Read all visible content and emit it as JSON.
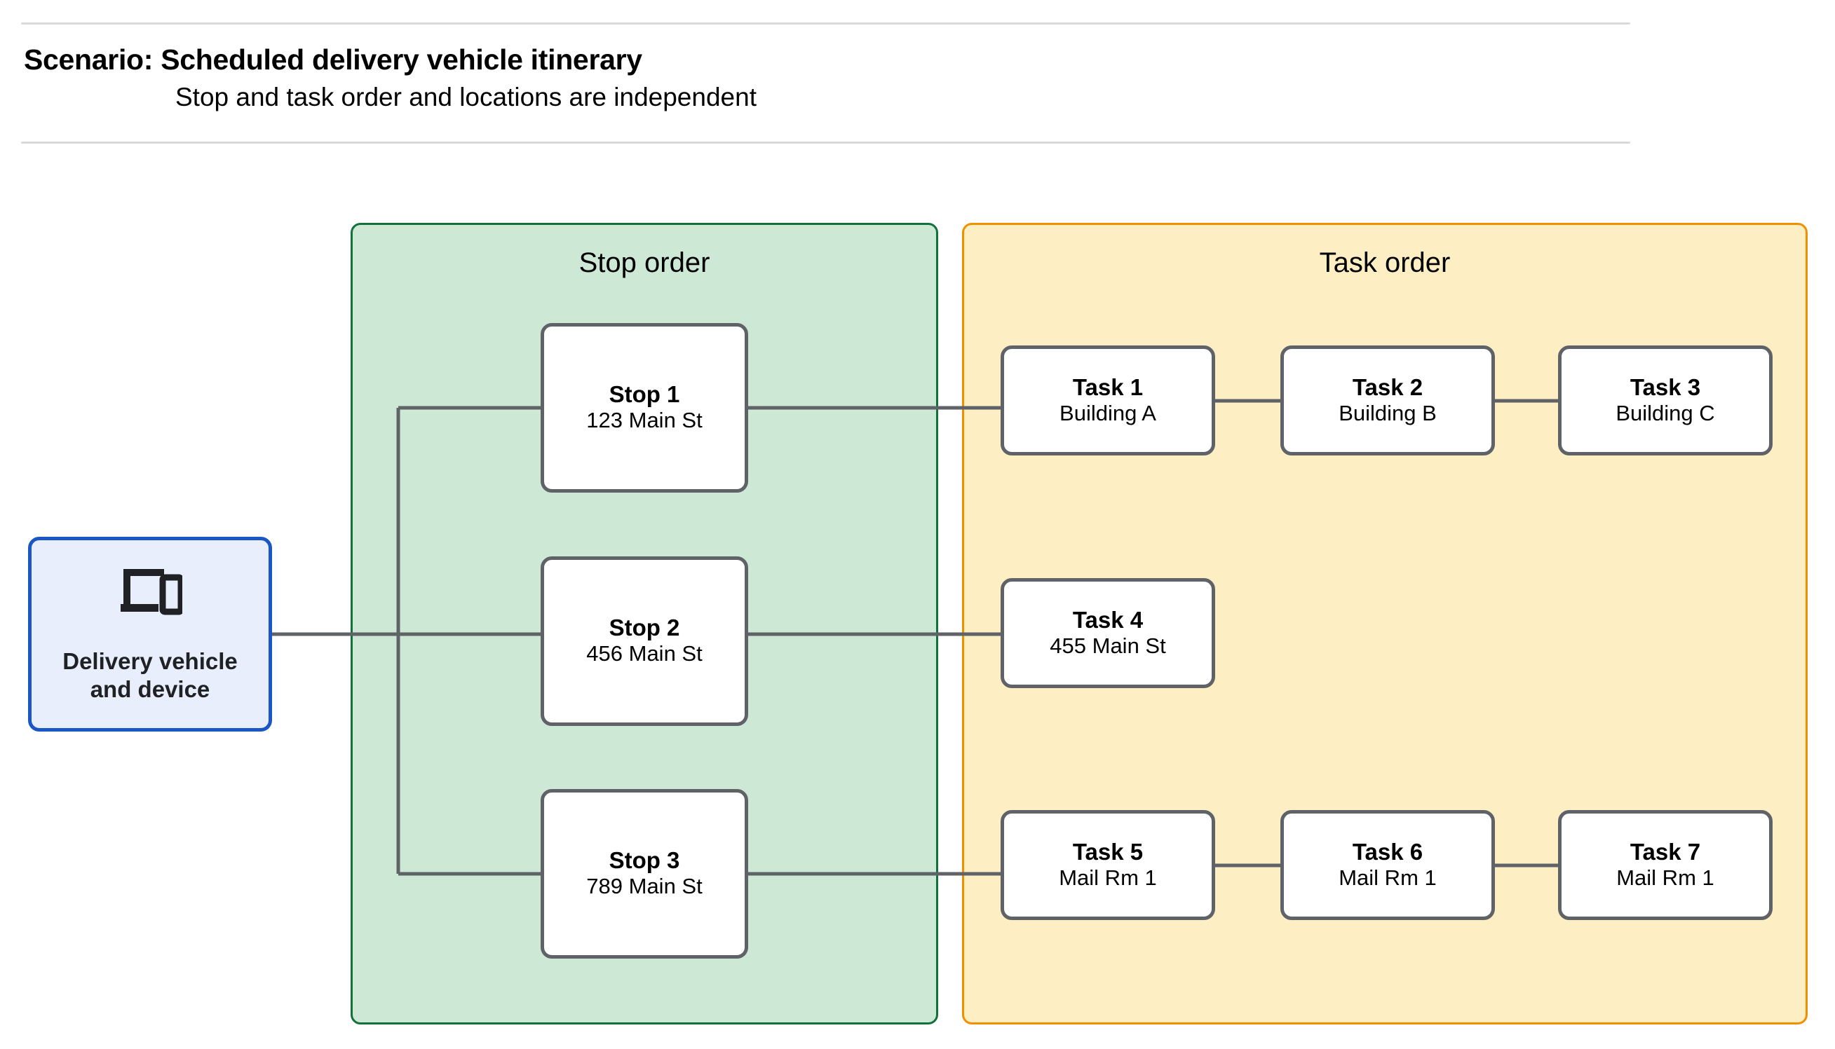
{
  "header": {
    "title": "Scenario: Scheduled delivery vehicle itinerary",
    "subtitle": "Stop and task order and locations are independent"
  },
  "device": {
    "label": "Delivery vehicle\nand device",
    "icon": "devices-icon",
    "border_color": "#1a56c4",
    "fill_color": "#e8eefb"
  },
  "stop_panel": {
    "title": "Stop order",
    "fill_color": "#cee8d6",
    "border_color": "#12703a",
    "stops": [
      {
        "title": "Stop 1",
        "address": "123 Main St"
      },
      {
        "title": "Stop 2",
        "address": "456 Main St"
      },
      {
        "title": "Stop 3",
        "address": "789 Main St"
      }
    ]
  },
  "task_panel": {
    "title": "Task order",
    "fill_color": "#fdeec3",
    "border_color": "#f09000",
    "rows": [
      {
        "tasks": [
          {
            "title": "Task 1",
            "location": "Building A"
          },
          {
            "title": "Task 2",
            "location": "Building B"
          },
          {
            "title": "Task 3",
            "location": "Building C"
          }
        ]
      },
      {
        "tasks": [
          {
            "title": "Task 4",
            "location": "455 Main St"
          }
        ]
      },
      {
        "tasks": [
          {
            "title": "Task 5",
            "location": "Mail Rm 1"
          },
          {
            "title": "Task 6",
            "location": "Mail Rm 1"
          },
          {
            "title": "Task 7",
            "location": "Mail Rm 1"
          }
        ]
      }
    ]
  },
  "style": {
    "node_border_color": "#5f6368",
    "node_fill_color": "#ffffff",
    "connector_color": "#5f6368",
    "rule_color": "#d9d9d9"
  }
}
